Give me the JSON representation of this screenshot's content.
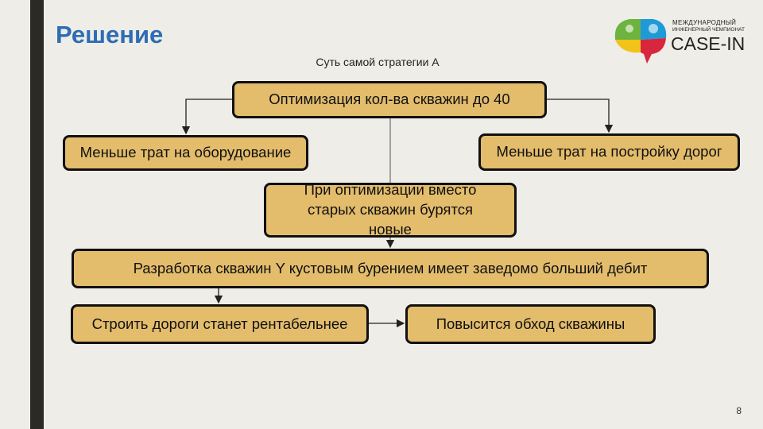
{
  "title": "Решение",
  "subtitle": "Суть самой стратегии А",
  "logo": {
    "line1": "МЕЖДУНАРОДНЫЙ",
    "line2": "ИНЖЕНЕРНЫЙ ЧЕМПИОНАТ",
    "line3": "CASE-IN"
  },
  "boxes": {
    "top": "Оптимизация кол-ва скважин до 40",
    "left": "Меньше трат на оборудование",
    "right": "Меньше трат на постройку дорог",
    "middle": "При оптимизации вместо старых скважин бурятся новые",
    "wide": "Разработка скважин Y кустовым бурением имеет заведомо больший дебит",
    "bottom_left": "Строить дороги станет рентабельнее",
    "bottom_right": "Повысится обход скважины"
  },
  "page_number": "8",
  "colors": {
    "title": "#2E6DB4",
    "box_fill": "#E3BC6C",
    "background": "#EFEDE8"
  }
}
